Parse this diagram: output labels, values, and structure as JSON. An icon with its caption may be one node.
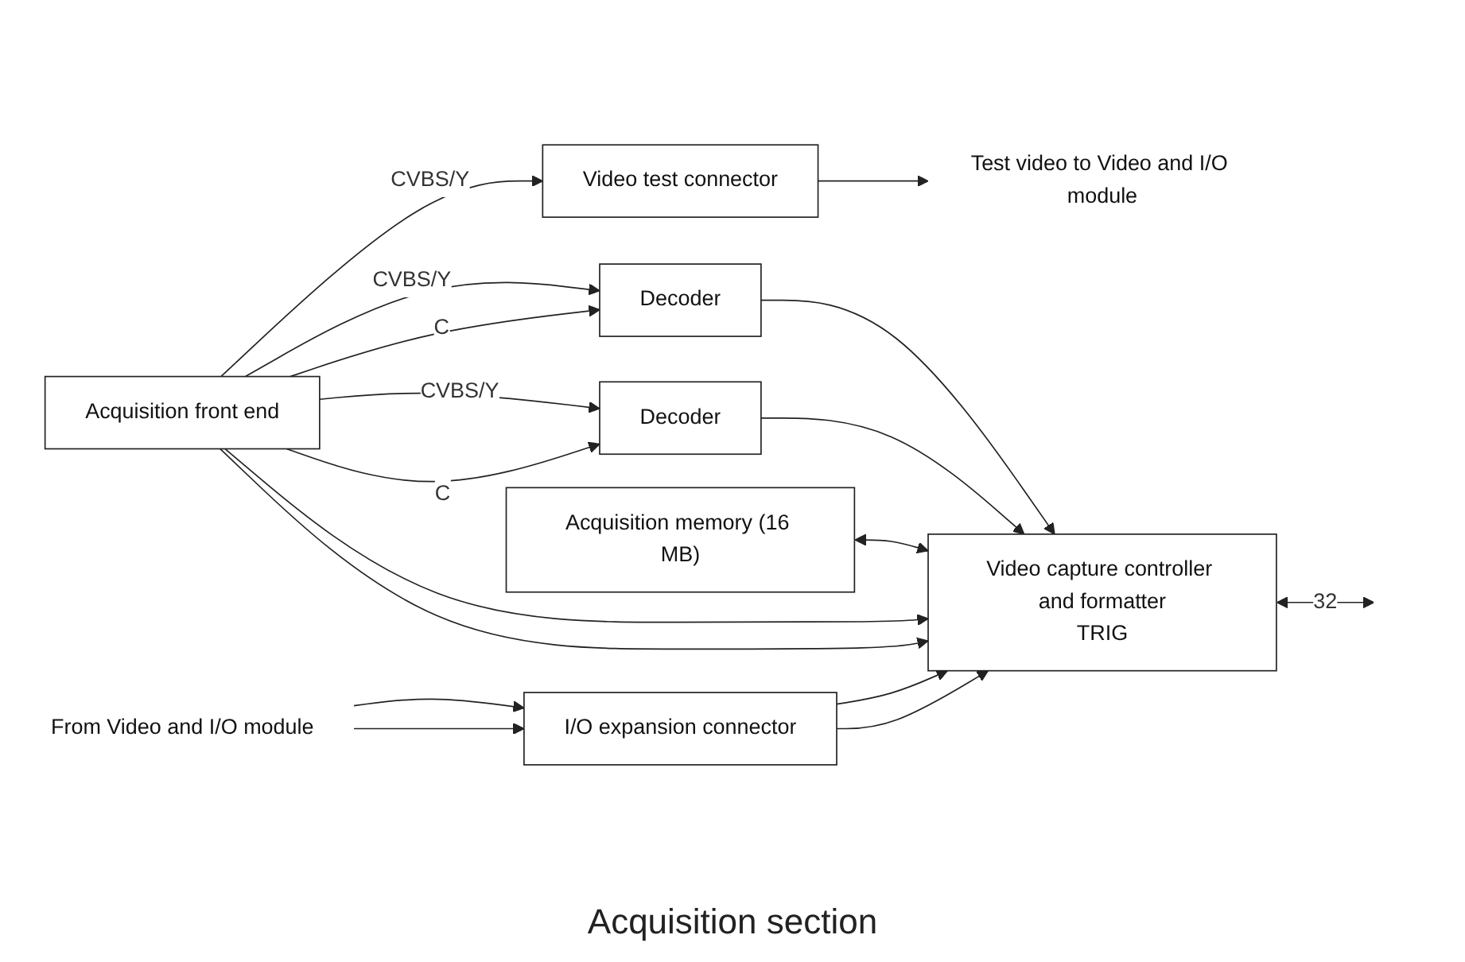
{
  "diagram": {
    "caption": "Acquisition section",
    "nodes": [
      {
        "text": [
          "Acquisition front end"
        ]
      },
      {
        "text": [
          "Video test connector"
        ]
      },
      {
        "text": [
          "Test video to Video and I/O module"
        ]
      },
      {
        "text": [
          "From Video and I/O module"
        ]
      },
      {
        "text": [
          "I/O expansion connector"
        ]
      },
      {
        "text": [
          "Acquisition memory (16 MB)"
        ]
      },
      {
        "text": [
          "Decoder"
        ]
      },
      {
        "text": [
          "Video capture controller and formatter",
          "TRIG"
        ]
      },
      {
        "text": [
          "Decoder"
        ]
      }
    ],
    "edges": [
      {
        "from": 0,
        "to": 1,
        "arrow": "to",
        "label": "CVBS/Y"
      },
      {
        "from": 1,
        "to": 2,
        "arrow": "to"
      },
      {
        "from": 3,
        "to": 4,
        "arrow": "to"
      },
      {
        "from": 3,
        "to": 4,
        "arrow": "to"
      },
      {
        "from": 0,
        "to": 6,
        "arrow": "to",
        "label": "CVBS/Y"
      },
      {
        "from": 0,
        "to": 6,
        "arrow": "to",
        "label": "C"
      },
      {
        "from": 0,
        "to": 8,
        "arrow": "to",
        "label": "CVBS/Y"
      },
      {
        "from": 0,
        "to": 8,
        "arrow": "to",
        "label": "C"
      },
      {
        "from": 6,
        "to": 7,
        "arrow": "to"
      },
      {
        "from": 8,
        "to": 7,
        "arrow": "to"
      },
      {
        "from": 5,
        "to": 7,
        "arrow": "both"
      },
      {
        "from": 0,
        "to": 7,
        "arrow": "to"
      },
      {
        "from": 0,
        "to": 7,
        "arrow": "to"
      },
      {
        "from": 4,
        "to": 7,
        "arrow": "to"
      },
      {
        "from": 4,
        "to": 7,
        "arrow": "to"
      },
      {
        "from": 7,
        "to": null,
        "arrow": "both",
        "label": "32"
      }
    ]
  }
}
